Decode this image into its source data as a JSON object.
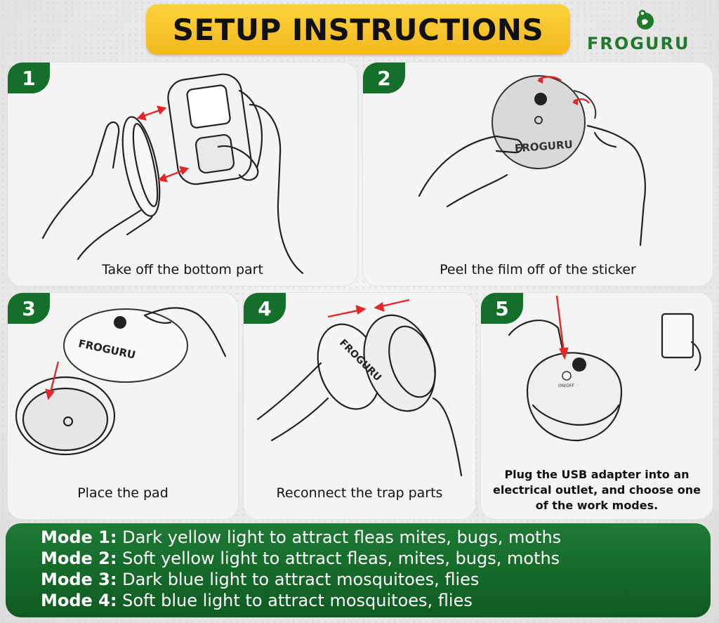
{
  "header": {
    "title": "SETUP INSTRUCTIONS",
    "brand": "FROGURU"
  },
  "steps": [
    {
      "number": "1",
      "caption": "Take off the bottom part"
    },
    {
      "number": "2",
      "caption": "Peel the film off of the sticker",
      "sticker_text": "FROGURU"
    },
    {
      "number": "3",
      "caption": "Place the pad",
      "sticker_text": "FROGURU"
    },
    {
      "number": "4",
      "caption": "Reconnect the trap parts",
      "device_text": "FROGURU"
    },
    {
      "number": "5",
      "caption_lines": [
        "Plug the USB adapter into an",
        "electrical outlet, and choose one",
        "of the work modes."
      ],
      "button_text": "ON/OFF"
    }
  ],
  "modes": [
    {
      "label": "Mode 1:",
      "text": " Dark yellow light to attract fleas mites, bugs, moths"
    },
    {
      "label": "Mode 2:",
      "text": " Soft yellow light to attract fleas, mites, bugs, moths"
    },
    {
      "label": "Mode 3:",
      "text": " Dark blue light to attract mosquitoes, flies"
    },
    {
      "label": "Mode 4:",
      "text": " Soft blue light to attract mosquitoes, flies"
    }
  ],
  "colors": {
    "banner": "#f2b81f",
    "brand_green": "#1f7a2c",
    "badge_green": "#146f2b",
    "arrow_red": "#e32626"
  }
}
